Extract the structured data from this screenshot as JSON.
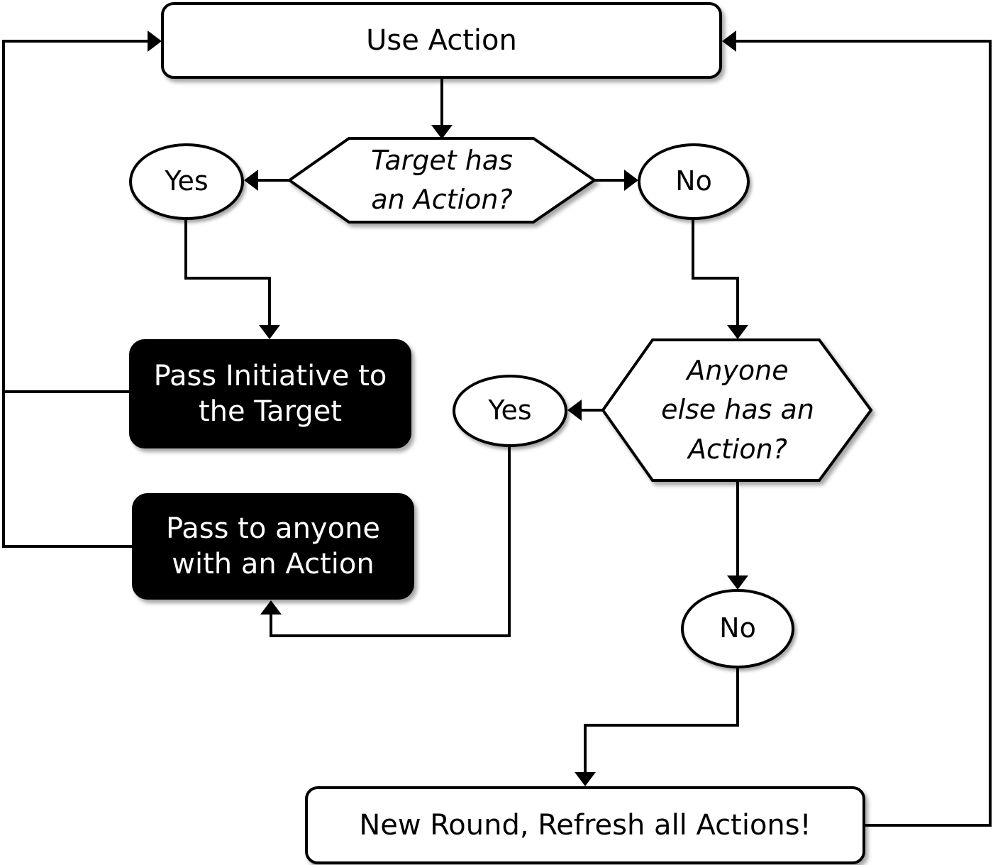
{
  "nodes": {
    "use_action": "Use Action",
    "target_has_action": "Target has\nan Action?",
    "yes_target": "Yes",
    "no_target": "No",
    "pass_initiative": "Pass Initiative to\nthe Target",
    "anyone_else": "Anyone\nelse has an\nAction?",
    "yes_anyone": "Yes",
    "pass_anyone": "Pass to anyone\nwith an Action",
    "no_anyone": "No",
    "new_round": "New Round, Refresh all Actions!"
  },
  "colors": {
    "line": "#000000",
    "box_fill": "#ffffff",
    "action_box_fill": "#000000",
    "action_box_text": "#ffffff"
  }
}
